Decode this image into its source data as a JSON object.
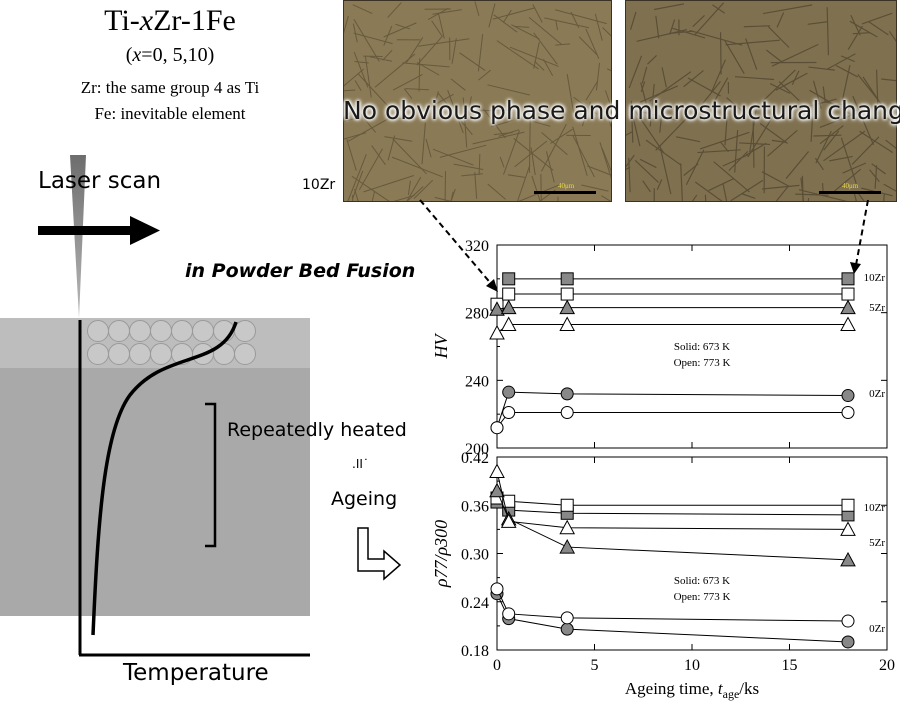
{
  "left": {
    "title_prefix": "Ti-",
    "title_italic": "x",
    "title_suffix": "Zr-1Fe",
    "subtitle_open": "(",
    "subtitle_x": "x",
    "subtitle_rest": "=0, 5,10)",
    "note_zr": "Zr: the same group 4 as Ti",
    "note_fe": "Fe: inevitable element",
    "laser_label": "Laser scan",
    "pbf_label": "in Powder Bed Fusion",
    "repeatedly_label": "Repeatedly heated",
    "equals_label": ".II˙",
    "ageing_label": "Ageing",
    "temperature_label": "Temperature"
  },
  "micrographs": {
    "row_label": "10Zr",
    "banner": "No obvious phase and microstructural changes",
    "scale_left": "40μm",
    "scale_right": "40μm"
  },
  "colors": {
    "powder": "#bdbdbd",
    "substrate": "#a9a9a9",
    "marker_fill": "#888888",
    "micro_base": "#8a7a55"
  },
  "chart_data": [
    {
      "type": "scatter",
      "ylabel": "HV",
      "ylim": [
        200,
        320
      ],
      "xlim": [
        0,
        20
      ],
      "yticks": [
        "200",
        "240",
        "280",
        "320"
      ],
      "annotation_line1": "Solid: 673 K",
      "annotation_line2": "Open: 773 K",
      "series_labels": [
        "10Zr",
        "5Zr",
        "0Zr"
      ],
      "series": [
        {
          "name": "10Zr solid",
          "marker": "square",
          "filled": true,
          "x": [
            0.6,
            3.6,
            18
          ],
          "y": [
            300,
            300,
            300
          ]
        },
        {
          "name": "10Zr open",
          "marker": "square",
          "filled": false,
          "x": [
            0,
            0.6,
            3.6,
            18
          ],
          "y": [
            285,
            291,
            291,
            291
          ]
        },
        {
          "name": "5Zr solid",
          "marker": "triangle",
          "filled": true,
          "x": [
            0,
            0.6,
            3.6,
            18
          ],
          "y": [
            282,
            283,
            283,
            283
          ]
        },
        {
          "name": "5Zr open",
          "marker": "triangle",
          "filled": false,
          "x": [
            0,
            0.6,
            3.6,
            18
          ],
          "y": [
            268,
            273,
            273,
            273
          ]
        },
        {
          "name": "0Zr solid",
          "marker": "circle",
          "filled": true,
          "x": [
            0,
            0.6,
            3.6,
            18
          ],
          "y": [
            212,
            233,
            232,
            231
          ]
        },
        {
          "name": "0Zr open",
          "marker": "circle",
          "filled": false,
          "x": [
            0,
            0.6,
            3.6,
            18
          ],
          "y": [
            212,
            221,
            221,
            221
          ]
        }
      ]
    },
    {
      "type": "scatter",
      "ylabel": "ρ77/ρ300",
      "xlabel_prefix": "Ageing time, ",
      "xlabel_italic": "t",
      "xlabel_sub": "age",
      "xlabel_suffix": "/ks",
      "ylim": [
        0.18,
        0.42
      ],
      "xlim": [
        0,
        20
      ],
      "yticks": [
        "0.18",
        "0.24",
        "0.30",
        "0.36",
        "0.42"
      ],
      "xticks": [
        "0",
        "5",
        "10",
        "15",
        "20"
      ],
      "annotation_line1": "Solid: 673 K",
      "annotation_line2": "Open: 773 K",
      "series_labels": [
        "10Zr",
        "5Zr",
        "0Zr"
      ],
      "series": [
        {
          "name": "10Zr solid",
          "marker": "square",
          "filled": true,
          "x": [
            0,
            0.6,
            3.6,
            18
          ],
          "y": [
            0.364,
            0.354,
            0.35,
            0.348
          ]
        },
        {
          "name": "10Zr open",
          "marker": "square",
          "filled": false,
          "x": [
            0,
            0.6,
            3.6,
            18
          ],
          "y": [
            0.369,
            0.365,
            0.36,
            0.36
          ]
        },
        {
          "name": "5Zr solid",
          "marker": "triangle",
          "filled": true,
          "x": [
            0,
            0.6,
            3.6,
            18
          ],
          "y": [
            0.378,
            0.343,
            0.308,
            0.292
          ]
        },
        {
          "name": "5Zr open",
          "marker": "triangle",
          "filled": false,
          "x": [
            0,
            0.6,
            3.6,
            18
          ],
          "y": [
            0.402,
            0.34,
            0.332,
            0.33
          ]
        },
        {
          "name": "0Zr solid",
          "marker": "circle",
          "filled": true,
          "x": [
            0,
            0.6,
            3.6,
            18
          ],
          "y": [
            0.25,
            0.219,
            0.206,
            0.19
          ]
        },
        {
          "name": "0Zr open",
          "marker": "circle",
          "filled": false,
          "x": [
            0,
            0.6,
            3.6,
            18
          ],
          "y": [
            0.256,
            0.225,
            0.22,
            0.216
          ]
        }
      ]
    }
  ]
}
